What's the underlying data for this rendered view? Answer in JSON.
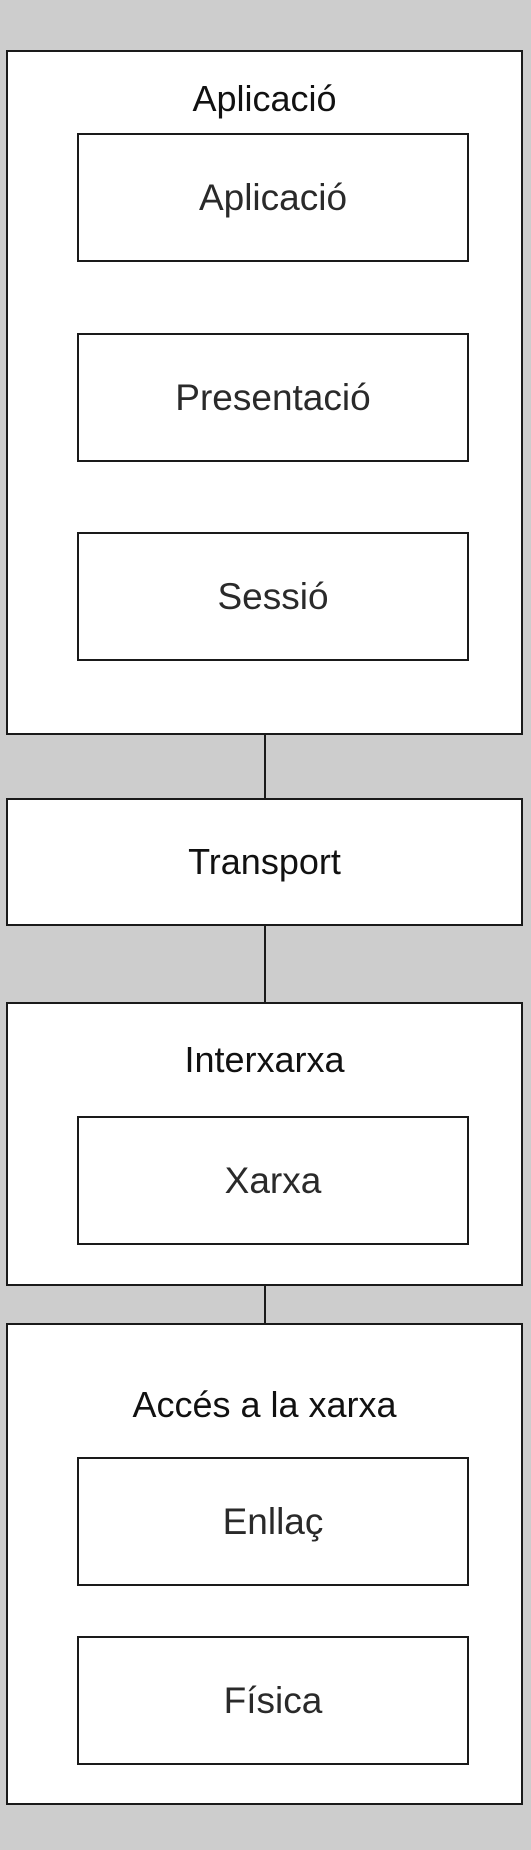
{
  "diagram": {
    "groups": {
      "application": {
        "title": "Aplicació",
        "layers": [
          "Aplicació",
          "Presentació",
          "Sessió"
        ]
      },
      "transport": {
        "title": "Transport"
      },
      "internet": {
        "title": "Interxarxa",
        "layers": [
          "Xarxa"
        ]
      },
      "network_access": {
        "title": "Accés a la xarxa",
        "layers": [
          "Enllaç",
          "Física"
        ]
      }
    },
    "colors": {
      "background": "#cdcdcd",
      "box_fill": "#ffffff",
      "stroke": "#1a1a1a"
    }
  }
}
